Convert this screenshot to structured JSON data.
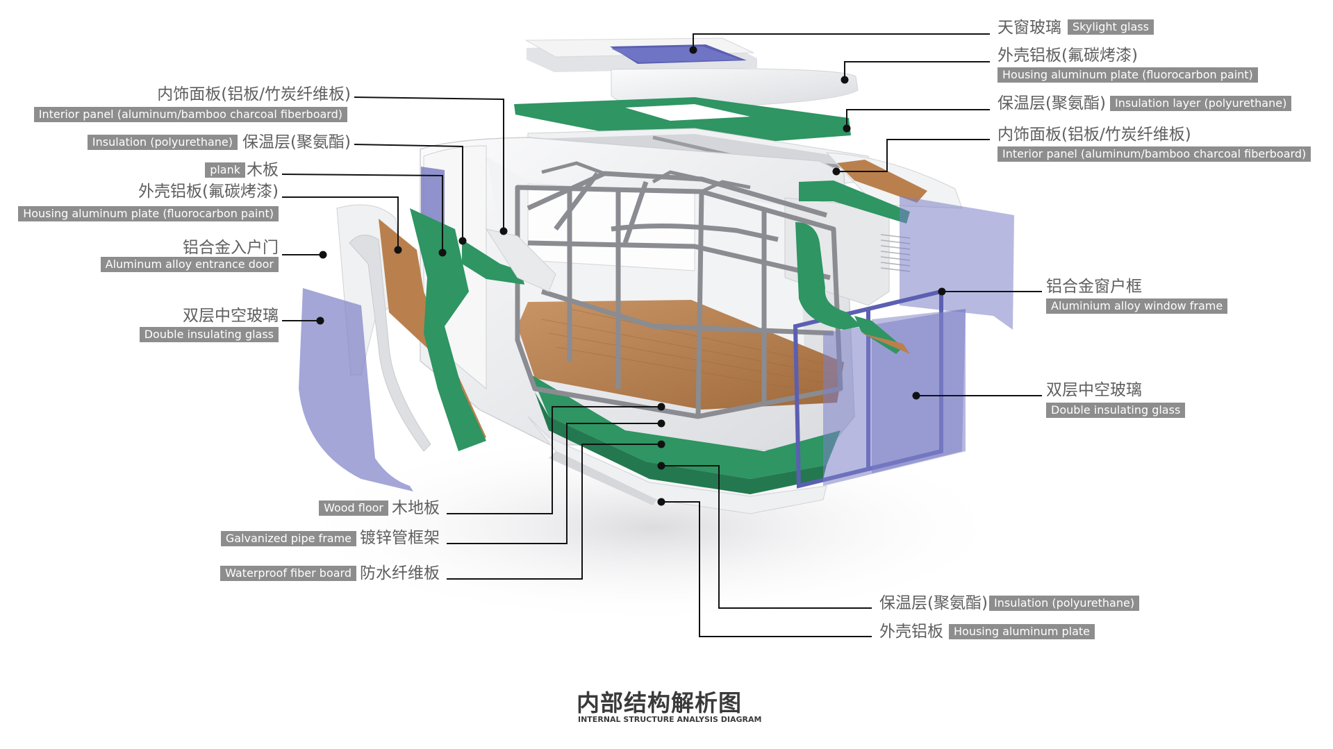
{
  "diagram": {
    "title_zh": "内部结构解析图",
    "title_en": "INTERNAL STRUCTURE ANALYSIS DIAGRAM",
    "colors": {
      "frame": "#8a8c91",
      "glass": "#8b8fcf",
      "insulation": "#2e9563",
      "wood": "#b9804d",
      "shell": "#eceef0",
      "label_bg": "#8d8d8d",
      "leader": "#111111"
    },
    "labels": {
      "skylight_glass": {
        "zh": "天窗玻璃",
        "en": "Skylight glass"
      },
      "top_housing": {
        "zh": "外壳铝板(氟碳烤漆)",
        "en": "Housing aluminum plate (fluorocarbon paint)"
      },
      "top_insulation": {
        "zh": "保温层(聚氨酯)",
        "en": "Insulation layer (polyurethane)"
      },
      "top_interior_panel": {
        "zh": "内饰面板(铝板/竹炭纤维板)",
        "en": "Interior panel (aluminum/bamboo charcoal fiberboard)"
      },
      "window_frame": {
        "zh": "铝合金窗户框",
        "en": "Aluminium alloy window frame"
      },
      "right_glass": {
        "zh": "双层中空玻璃",
        "en": "Double insulating glass"
      },
      "left_interior_panel": {
        "zh": "内饰面板(铝板/竹炭纤维板)",
        "en": "Interior panel (aluminum/bamboo charcoal fiberboard)"
      },
      "left_insulation": {
        "zh": "保温层(聚氨酯)",
        "en": "Insulation (polyurethane)"
      },
      "left_plank": {
        "zh": "木板",
        "en": "plank"
      },
      "left_housing": {
        "zh": "外壳铝板(氟碳烤漆)",
        "en": "Housing aluminum plate (fluorocarbon paint)"
      },
      "entrance_door": {
        "zh": "铝合金入户门",
        "en": "Aluminum alloy entrance door"
      },
      "left_glass": {
        "zh": "双层中空玻璃",
        "en": "Double insulating glass"
      },
      "wood_floor": {
        "zh": "木地板",
        "en": "Wood floor"
      },
      "pipe_frame": {
        "zh": "镀锌管框架",
        "en": "Galvanized pipe frame"
      },
      "fiber_board": {
        "zh": "防水纤维板",
        "en": "Waterproof fiber board"
      },
      "bottom_insulation": {
        "zh": "保温层(聚氨酯)",
        "en": "Insulation (polyurethane)"
      },
      "bottom_housing": {
        "zh": "外壳铝板",
        "en": "Housing aluminum plate"
      }
    }
  }
}
